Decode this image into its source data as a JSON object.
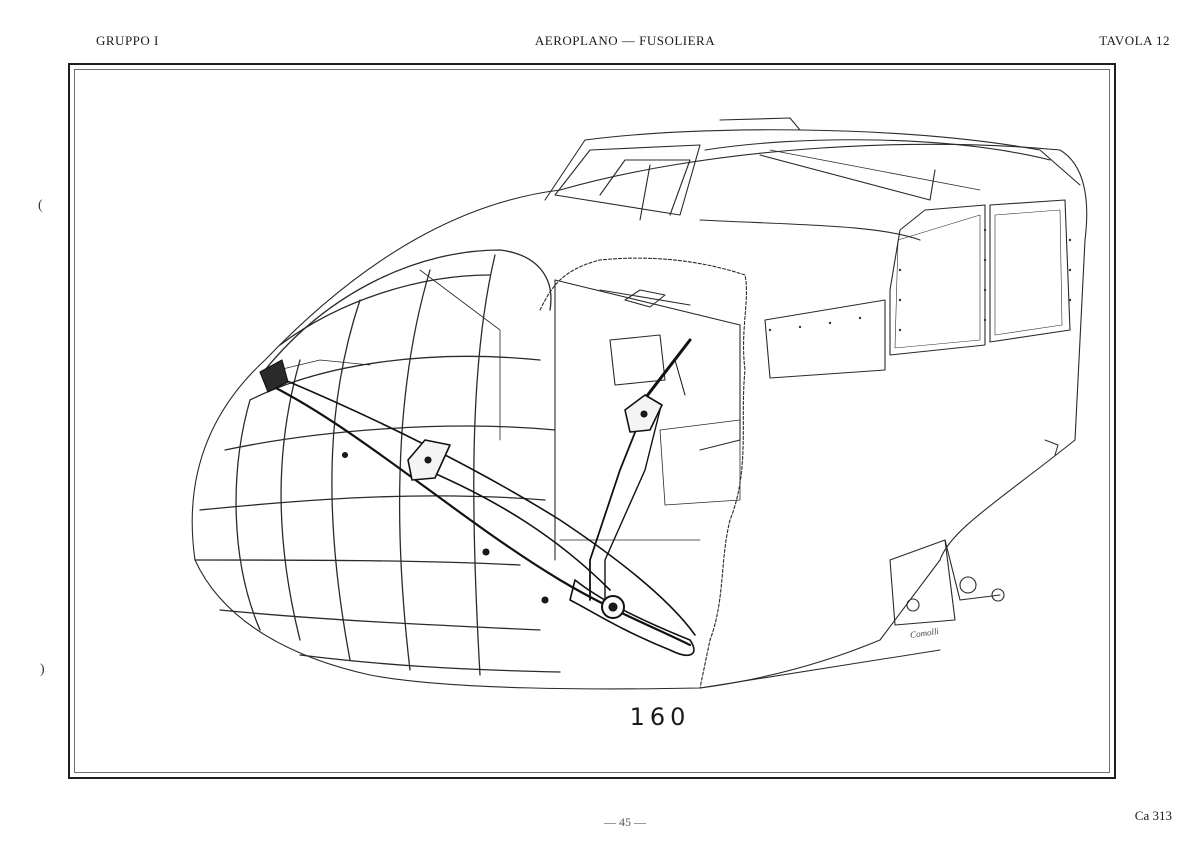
{
  "header": {
    "left": "GRUPPO I",
    "center": "AEROPLANO — FUSOLIERA",
    "right": "TAVOLA 12"
  },
  "figure": {
    "number": "160",
    "signature": "Comolli"
  },
  "footer": {
    "page": "— 45 —",
    "code": "Ca 313"
  },
  "binding_marks": [
    "(",
    "("
  ]
}
